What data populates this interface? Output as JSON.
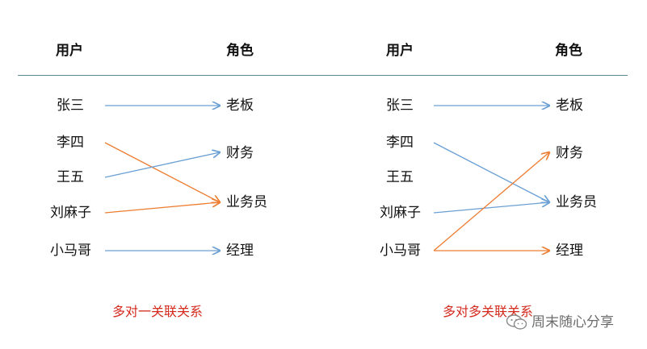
{
  "diagram_left": {
    "header_user": "用户",
    "header_role": "角色",
    "users": [
      "张三",
      "李四",
      "王五",
      "刘麻子",
      "小马哥"
    ],
    "roles": [
      "老板",
      "财务",
      "业务员",
      "经理"
    ],
    "caption": "多对一关联关系"
  },
  "diagram_right": {
    "header_user": "用户",
    "header_role": "角色",
    "users": [
      "张三",
      "李四",
      "王五",
      "刘麻子",
      "小马哥"
    ],
    "roles": [
      "老板",
      "财务",
      "业务员",
      "经理"
    ],
    "caption": "多对多关联关系"
  },
  "watermark": {
    "text": "周末随心分享",
    "icon": "wechat-icon"
  },
  "colors": {
    "blue_edge": "#6a9fd4",
    "orange_edge": "#ed7d31",
    "divider": "#5b8a96",
    "caption": "#d42a1e"
  }
}
